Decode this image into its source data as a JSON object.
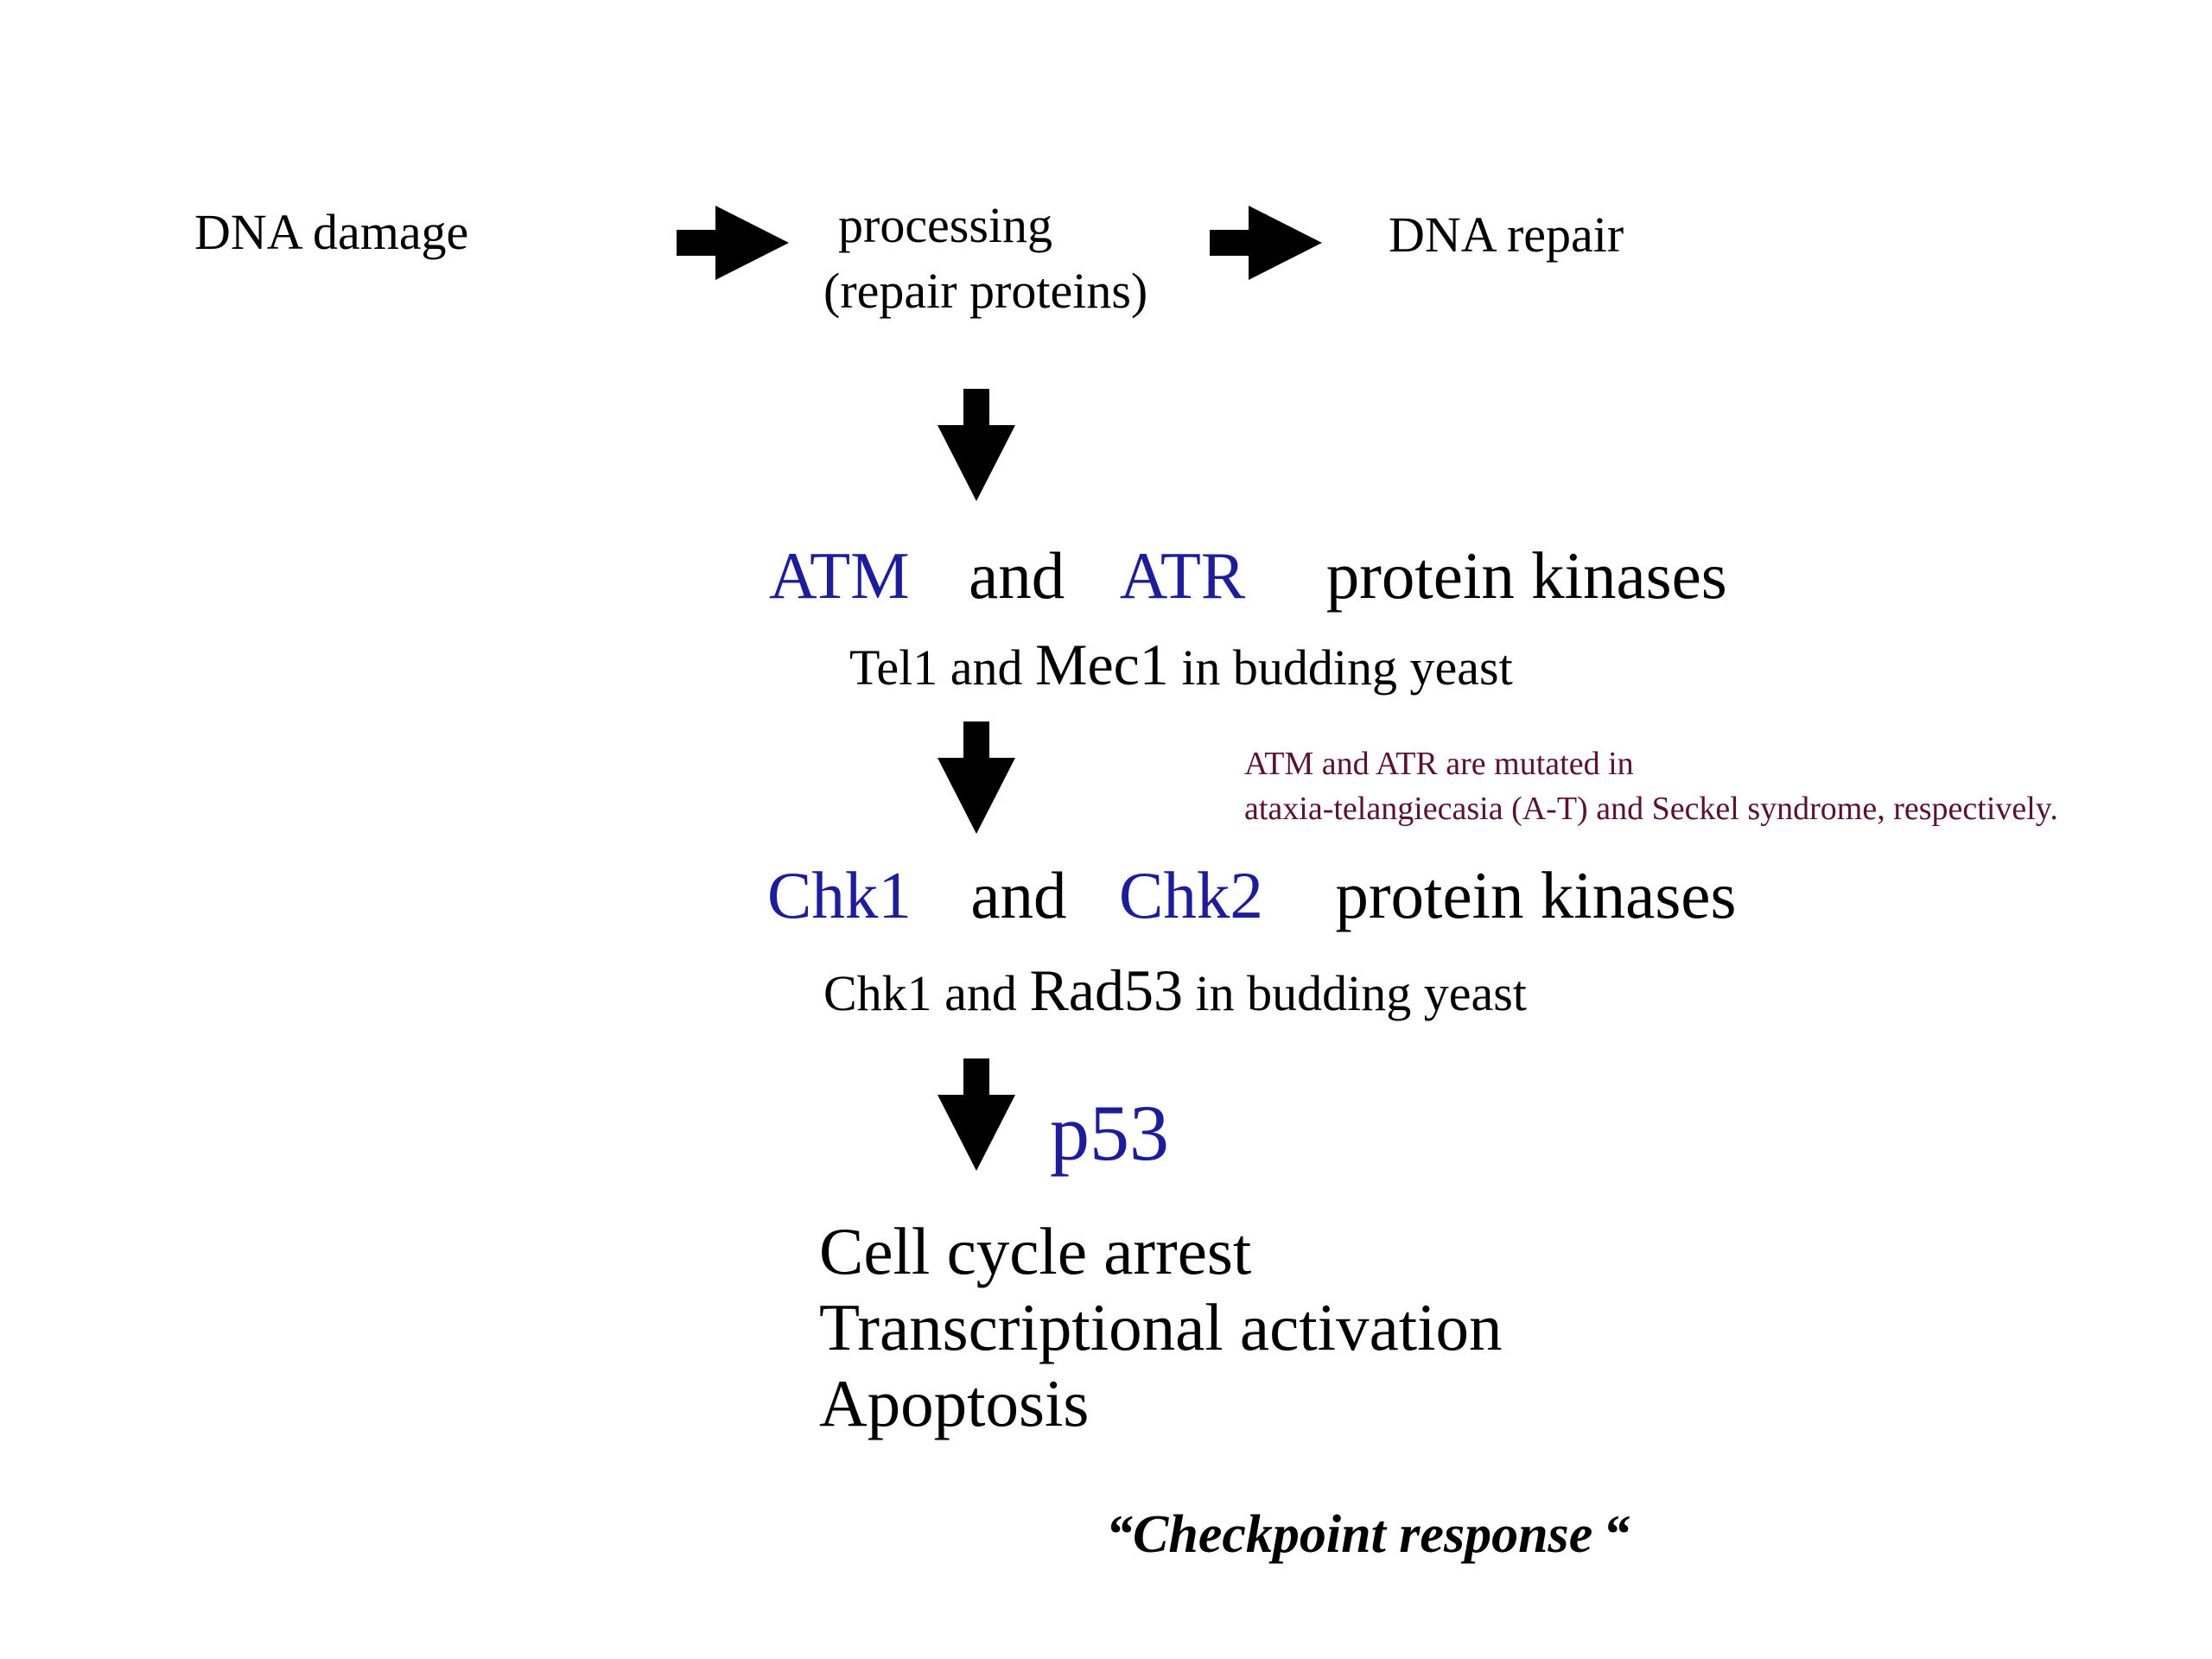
{
  "top_row": {
    "dna_damage": "DNA damage",
    "processing": "processing",
    "repair_proteins": "(repair proteins)",
    "dna_repair": "DNA repair"
  },
  "kinases_1": {
    "atm": "ATM",
    "and": "and",
    "atr": "ATR",
    "suffix": "protein kinases",
    "yeast_prefix": "Tel1 and ",
    "yeast_mec1": "Mec1",
    "yeast_suffix": " in budding yeast"
  },
  "note": {
    "line1": "ATM and ATR are mutated in",
    "line2": "ataxia-telangiecasia (A-T) and Seckel syndrome, respectively."
  },
  "kinases_2": {
    "chk1": "Chk1",
    "and": "and",
    "chk2": "Chk2",
    "suffix": "protein kinases",
    "yeast_prefix": "Chk1 and ",
    "yeast_rad53": "Rad53",
    "yeast_suffix": " in budding yeast"
  },
  "p53": "p53",
  "outcomes": [
    "Cell cycle arrest",
    "Transcriptional activation",
    "Apoptosis"
  ],
  "checkpoint": {
    "open_quote": "“",
    "text": "Checkpoint  response",
    "close_quote": "“"
  },
  "colors": {
    "kinase_blue": "#1c1c9e",
    "note_maroon": "#5a1230",
    "arrow": "#000000"
  },
  "icons": {
    "right_arrow": "right-arrow-icon",
    "down_arrow": "down-arrow-icon"
  }
}
